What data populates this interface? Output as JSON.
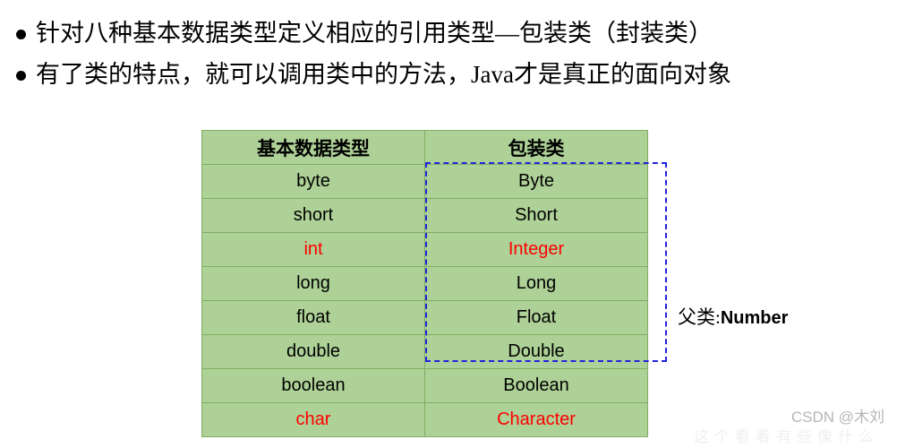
{
  "slide": {
    "bullets": [
      {
        "marker": "bullet-dot",
        "text": "针对八种基本数据类型定义相应的引用类型—包装类（封装类）"
      },
      {
        "marker": "bullet-dot",
        "text": "有了类的特点，就可以调用类中的方法，Java才是真正的面向对象"
      }
    ]
  },
  "table": {
    "headers": [
      "基本数据类型",
      "包装类"
    ],
    "rows": [
      {
        "primitive": "byte",
        "wrapper": "Byte",
        "highlight": false
      },
      {
        "primitive": "short",
        "wrapper": "Short",
        "highlight": false
      },
      {
        "primitive": "int",
        "wrapper": "Integer",
        "highlight": true
      },
      {
        "primitive": "long",
        "wrapper": "Long",
        "highlight": false
      },
      {
        "primitive": "float",
        "wrapper": "Float",
        "highlight": false
      },
      {
        "primitive": "double",
        "wrapper": "Double",
        "highlight": false
      },
      {
        "primitive": "boolean",
        "wrapper": "Boolean",
        "highlight": false
      },
      {
        "primitive": "char",
        "wrapper": "Character",
        "highlight": true
      }
    ]
  },
  "annotation": {
    "parent_label": "父类:",
    "parent_value": "Number"
  },
  "watermark": {
    "csdn": "CSDN @木刘",
    "faint": "这个看着有些像什么"
  },
  "colors": {
    "cell_background": "#aed197",
    "cell_border": "#7fae63",
    "table_border": "#6aa84f",
    "highlight_text": "#fe0000",
    "dashed_box": "#2222dd",
    "body_text": "#000000",
    "watermark": "#b6b6b6"
  }
}
